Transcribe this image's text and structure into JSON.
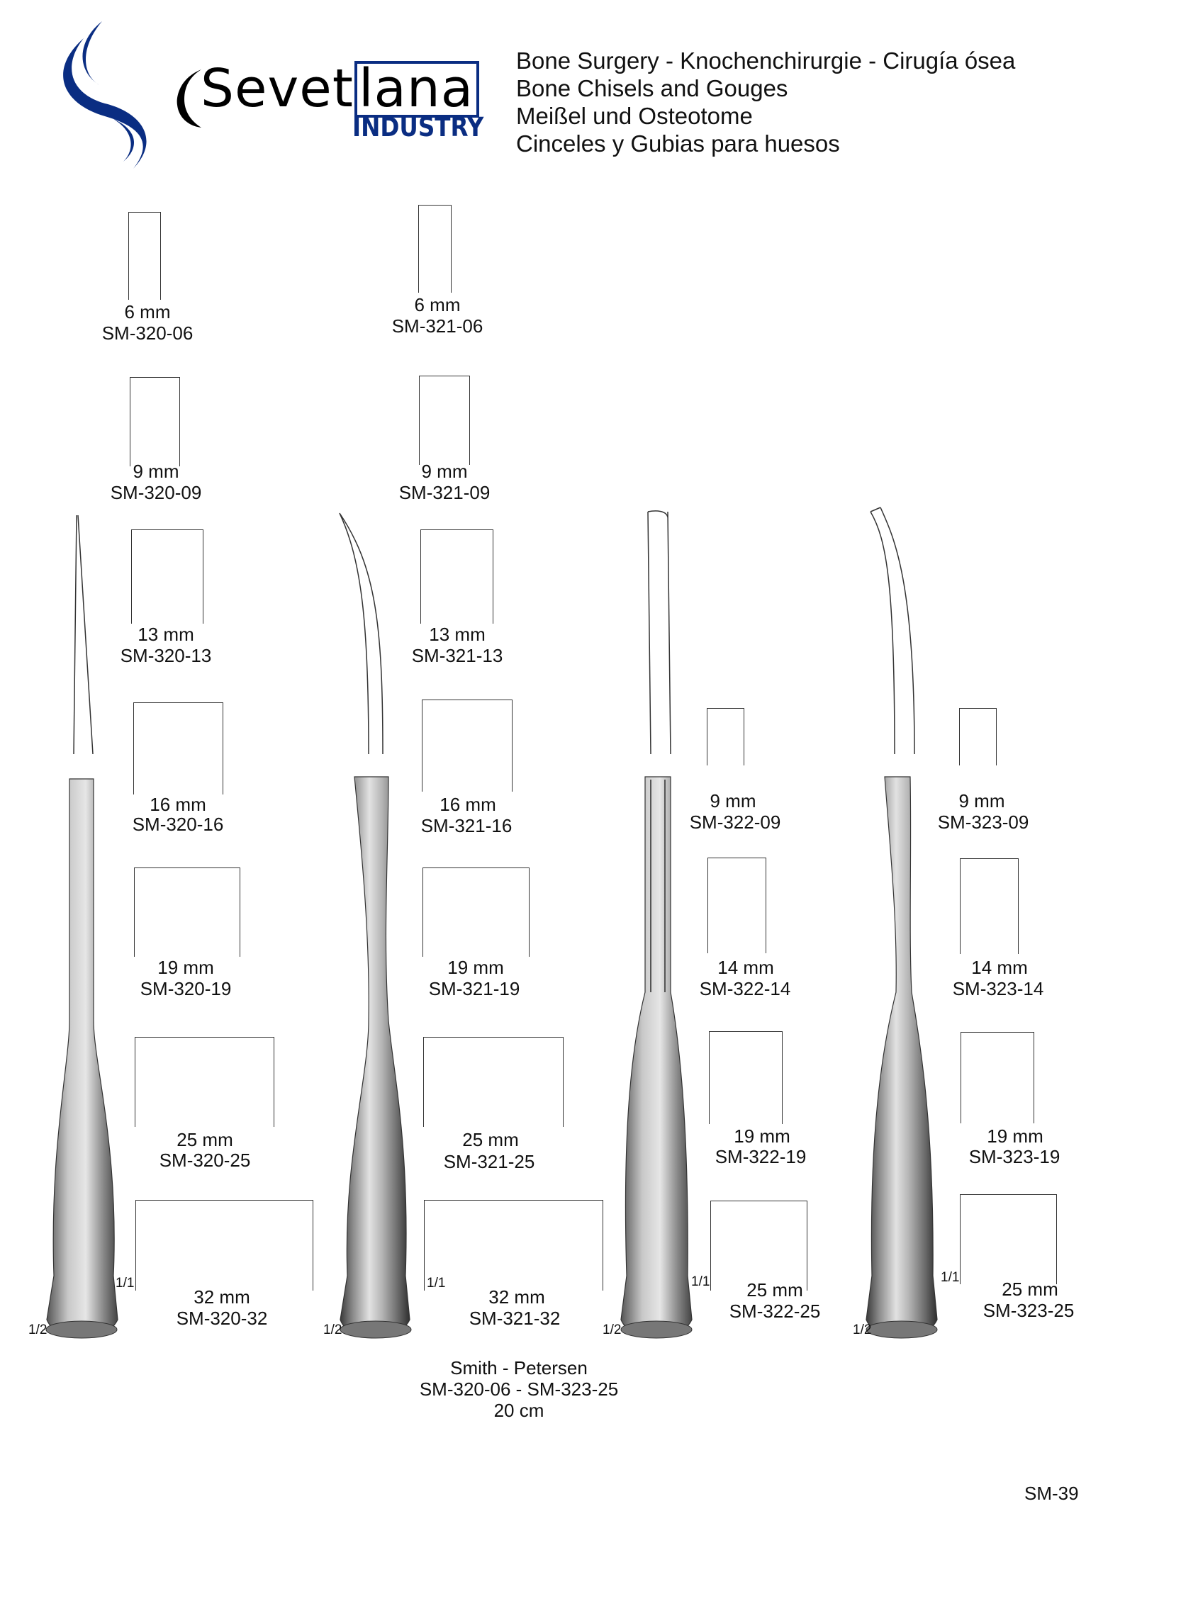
{
  "brand": {
    "name_part1": "Sevet",
    "name_part2": "lana",
    "subtitle": "INDUSTRY",
    "accent_color": "#0a2d82"
  },
  "header": {
    "lines": [
      "Bone Surgery  -  Knochenchirurgie  -  Cirugía ósea",
      "Bone Chisels and Gouges",
      "Meißel und Osteotome",
      "Cinceles y Gubias para huesos"
    ]
  },
  "columns": [
    {
      "series": "SM-320",
      "type": "straight chisel",
      "items": [
        {
          "size": "6 mm",
          "code": "SM-320-06"
        },
        {
          "size": "9 mm",
          "code": "SM-320-09"
        },
        {
          "size": "13 mm",
          "code": "SM-320-13"
        },
        {
          "size": "16 mm",
          "code": "SM-320-16"
        },
        {
          "size": "19 mm",
          "code": "SM-320-19"
        },
        {
          "size": "25 mm",
          "code": "SM-320-25"
        },
        {
          "size": "32 mm",
          "code": "SM-320-32"
        }
      ],
      "scale_full": "1/1",
      "scale_half": "1/2"
    },
    {
      "series": "SM-321",
      "type": "curved chisel",
      "items": [
        {
          "size": "6 mm",
          "code": "SM-321-06"
        },
        {
          "size": "9 mm",
          "code": "SM-321-09"
        },
        {
          "size": "13 mm",
          "code": "SM-321-13"
        },
        {
          "size": "16 mm",
          "code": "SM-321-16"
        },
        {
          "size": "19 mm",
          "code": "SM-321-19"
        },
        {
          "size": "25 mm",
          "code": "SM-321-25"
        },
        {
          "size": "32 mm",
          "code": "SM-321-32"
        }
      ],
      "scale_full": "1/1",
      "scale_half": "1/2"
    },
    {
      "series": "SM-322",
      "type": "straight gouge",
      "items": [
        {
          "size": "9 mm",
          "code": "SM-322-09"
        },
        {
          "size": "14 mm",
          "code": "SM-322-14"
        },
        {
          "size": "19 mm",
          "code": "SM-322-19"
        },
        {
          "size": "25 mm",
          "code": "SM-322-25"
        }
      ],
      "scale_full": "1/1",
      "scale_half": "1/2"
    },
    {
      "series": "SM-323",
      "type": "curved gouge",
      "items": [
        {
          "size": "9 mm",
          "code": "SM-323-09"
        },
        {
          "size": "14 mm",
          "code": "SM-323-14"
        },
        {
          "size": "19 mm",
          "code": "SM-323-19"
        },
        {
          "size": "25 mm",
          "code": "SM-323-25"
        }
      ],
      "scale_full": "1/1",
      "scale_half": "1/2"
    }
  ],
  "caption": {
    "name": "Smith - Petersen",
    "range": "SM-320-06   -   SM-323-25",
    "length": "20 cm"
  },
  "page_number": "SM-39"
}
